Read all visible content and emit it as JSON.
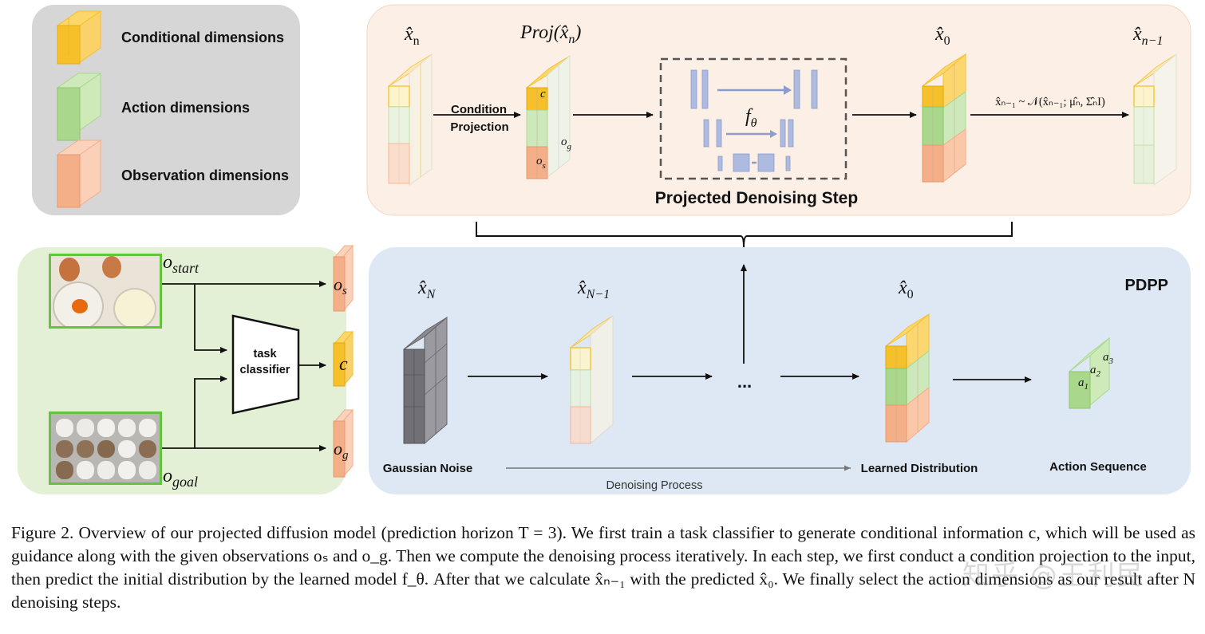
{
  "legend": {
    "conditional": "Conditional dimensions",
    "action": "Action dimensions",
    "observation": "Observation dimensions"
  },
  "top_panel": {
    "x_n": "x̂",
    "x_n_sub": "n",
    "proj": "Proj(x̂",
    "proj_sub": "n",
    "proj_close": ")",
    "condition_projection_line1": "Condition",
    "condition_projection_line2": "Projection",
    "c": "c",
    "o_g": "o",
    "o_g_sub": "g",
    "o_s": "o",
    "o_s_sub": "s",
    "f_theta": "f",
    "f_theta_sub": "θ",
    "x_0": "x̂",
    "x_0_sub": "0",
    "x_n_minus_1": "x̂",
    "x_n_minus_1_sub": "n−1",
    "sample_formula": "x̂ₙ₋₁ ~ 𝒩(x̂ₙ₋₁; μ̂ₙ, Σ̂ₙI)",
    "projected_step": "Projected Denoising Step"
  },
  "left_panel": {
    "o_start": "o",
    "o_start_sub": "start",
    "o_goal": "o",
    "o_goal_sub": "goal",
    "classifier_line1": "task",
    "classifier_line2": "classifier",
    "o_s_chip": "o",
    "o_s_chip_sub": "s",
    "c_chip": "c",
    "o_g_chip": "o",
    "o_g_chip_sub": "g"
  },
  "bottom_panel": {
    "title": "PDPP",
    "x_N": "x̂",
    "x_N_sub": "N",
    "x_N_minus_1": "x̂",
    "x_N_minus_1_sub": "N−1",
    "x_0": "x̂",
    "x_0_sub": "0",
    "ellipsis": "...",
    "gaussian_noise": "Gaussian Noise",
    "learned_distribution": "Learned Distribution",
    "action_sequence": "Action Sequence",
    "denoising_process": "Denoising Process",
    "a1": "a",
    "a1_sub": "1",
    "a2": "a",
    "a2_sub": "2",
    "a3": "a",
    "a3_sub": "3"
  },
  "caption": {
    "text": "Figure 2. Overview of our projected diffusion model (prediction horizon T = 3). We first train a task classifier to generate conditional information c, which will be used as guidance along with the given observations oₛ and o_g. Then we compute the denoising process iteratively. In each step, we first conduct a condition projection to the input, then predict the initial distribution by the learned model f_θ. After that we calculate x̂ₙ₋₁ with the predicted x̂₀. We finally select the action dimensions as our result after N denoising steps."
  },
  "watermark": "知乎 @王利民",
  "colors": {
    "conditional": "#f5c02a",
    "action": "#a9d88d",
    "observation": "#f4ae88",
    "legend_bg": "#d6d6d6",
    "top_bg": "#fcefe5",
    "left_bg": "#e3f0d6",
    "bottom_bg": "#dde8f4",
    "noise": "#7b7b80"
  }
}
